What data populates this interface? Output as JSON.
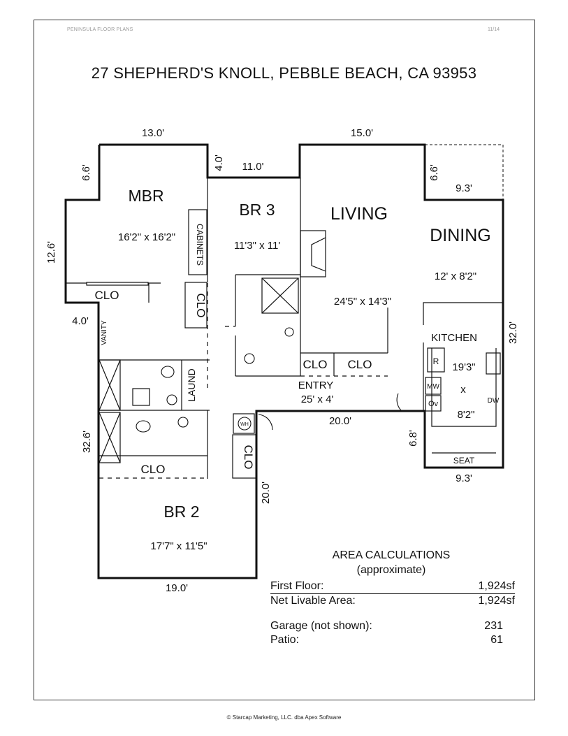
{
  "header": {
    "brand": "PENINSULA FLOOR PLANS",
    "page": "11/14"
  },
  "title": "27 SHEPHERD'S KNOLL, PEBBLE BEACH, CA 93953",
  "dimensions": {
    "mbr_top": "13.0'",
    "step_top": "4.0'",
    "br3_top": "11.0'",
    "living_top": "15.0'",
    "dining_step": "6.6'",
    "dining_width": "9.3'",
    "mbr_step": "6.6'",
    "mbr_left": "12.6'",
    "vanity_step": "4.0'",
    "right_side": "32.0'",
    "left_side": "32.6'",
    "entry_south": "20.0'",
    "kitchen_step": "6.8'",
    "kitchen_bottom": "9.3'",
    "br2_right": "20.0'",
    "br2_bottom": "19.0'"
  },
  "rooms": {
    "mbr": {
      "name": "MBR",
      "size": "16'2\" x 16'2\""
    },
    "br3": {
      "name": "BR 3",
      "size": "11'3\" x 11'"
    },
    "living": {
      "name": "LIVING",
      "size": "24'5\" x 14'3\""
    },
    "dining": {
      "name": "DINING",
      "size": "12' x 8'2\""
    },
    "kitchen": {
      "name": "KITCHEN",
      "size_a": "19'3\"",
      "size_x": "x",
      "size_b": "8'2\""
    },
    "entry": {
      "name": "ENTRY",
      "size": "25' x 4'"
    },
    "br2": {
      "name": "BR 2",
      "size": "17'7\" x 11'5\""
    }
  },
  "labels": {
    "cabinets": "CABINETS",
    "clo": "CLO",
    "vanity": "VANITY",
    "laund": "LAUND",
    "wh": "WH",
    "refrigerator": "R",
    "microwave": "MW",
    "oven": "Ov",
    "dishwasher": "DW",
    "seat": "SEAT"
  },
  "area": {
    "heading": "AREA CALCULATIONS",
    "subheading": "(approximate)",
    "rows": [
      {
        "label": "First  Floor:",
        "value": "1,924sf"
      },
      {
        "label": "Net Livable Area:",
        "value": "1,924sf"
      },
      {
        "label": "Garage (not shown):",
        "value": "231"
      },
      {
        "label": "Patio:",
        "value": "61"
      }
    ]
  },
  "footer": "© Starcap Marketing, LLC. dba Apex Software"
}
